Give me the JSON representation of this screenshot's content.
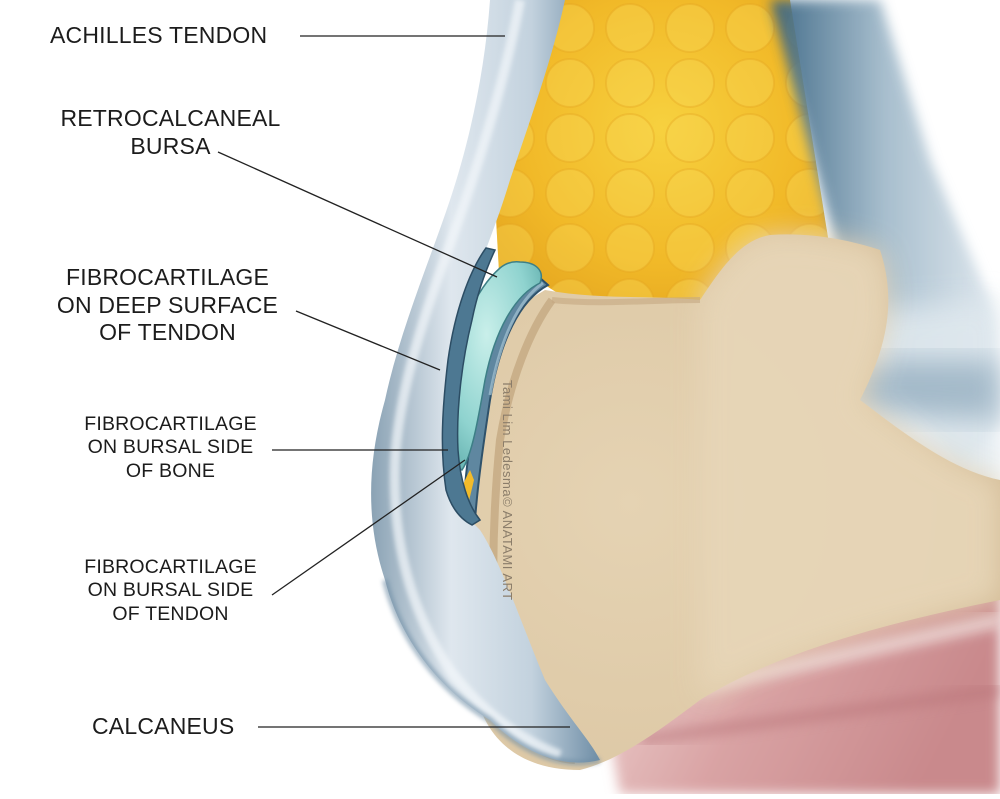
{
  "labels": {
    "achilles": "ACHILLES TENDON",
    "retro": [
      "RETROCALCANEAL",
      "BURSA"
    ],
    "fibro_deep": [
      "FIBROCARTILAGE",
      "ON DEEP SURFACE",
      "OF TENDON"
    ],
    "fibro_bone": [
      "FIBROCARTILAGE",
      "ON BURSAL SIDE",
      "OF BONE"
    ],
    "fibro_tendon": [
      "FIBROCARTILAGE",
      "ON BURSAL SIDE",
      "OF TENDON"
    ],
    "calcaneus": "CALCANEUS"
  },
  "credit": "Tami Lim Ledesma© ANATAMI ART",
  "colors": {
    "fat": "#f3bd2a",
    "bone": "#e2cfae",
    "tendon": "#c7d6e2",
    "bursa": "#8fd3cf",
    "muscle": "#d9a6a6",
    "leader": "#222222"
  }
}
